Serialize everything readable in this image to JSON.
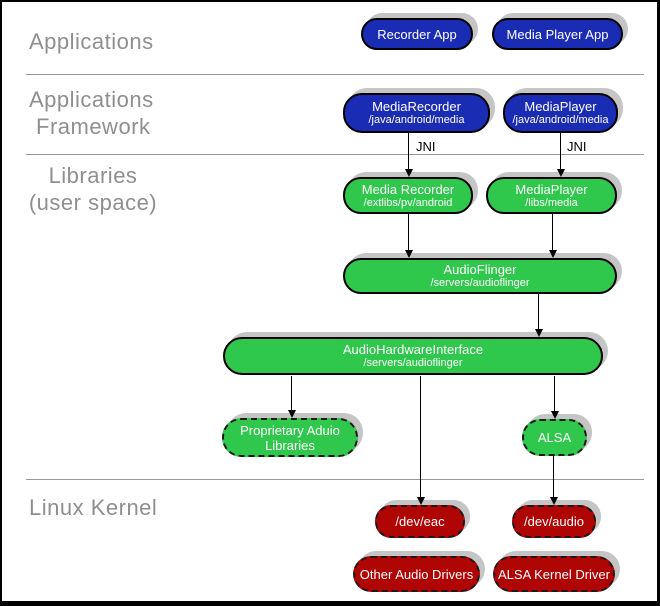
{
  "section_labels": {
    "applications": "Applications",
    "applications_framework": [
      "Applications",
      "Framework"
    ],
    "libraries": [
      "Libraries",
      "(user space)"
    ],
    "linux_kernel": "Linux Kernel"
  },
  "jni": {
    "left": "JNI",
    "right": "JNI"
  },
  "nodes": {
    "recorder_app": {
      "title": "Recorder App"
    },
    "media_player_app": {
      "title": "Media Player App"
    },
    "media_recorder_fw": {
      "title": "MediaRecorder",
      "subtitle": "/java/android/media"
    },
    "media_player_fw": {
      "title": "MediaPlayer",
      "subtitle": "/java/android/media"
    },
    "media_recorder_lib": {
      "title": "Media Recorder",
      "subtitle": "/extlibs/pv/android"
    },
    "media_player_lib": {
      "title": "MediaPlayer",
      "subtitle": "/libs/media"
    },
    "audioflinger": {
      "title": "AudioFlinger",
      "subtitle": "/servers/audioflinger"
    },
    "audio_hardware_interface": {
      "title": "AudioHardwareInterface",
      "subtitle": "/servers/audioflinger"
    },
    "proprietary_audio_libraries": {
      "title": "Proprietary Aduio Libraries"
    },
    "alsa": {
      "title": "ALSA"
    },
    "dev_eac": {
      "title": "/dev/eac"
    },
    "dev_audio": {
      "title": "/dev/audio"
    },
    "other_audio_drivers": {
      "title": "Other Audio Drivers"
    },
    "alsa_kernel_driver": {
      "title": "ALSA Kernel Driver"
    }
  },
  "colors": {
    "framework_blue": "#1b2cb4",
    "library_green": "#2fc84c",
    "kernel_red": "#b00505",
    "shadow_gray": "#c5c5c5",
    "section_label_gray": "#8f8f8f",
    "divider_gray": "#9a9a9a"
  }
}
